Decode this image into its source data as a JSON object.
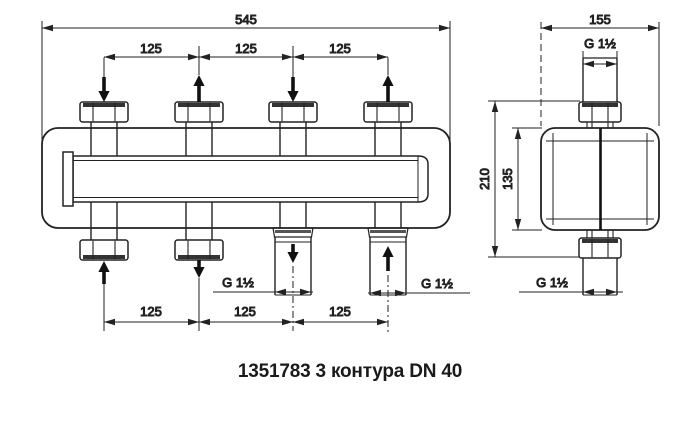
{
  "caption": "1351783 3 контура DN 40",
  "colors": {
    "line": "#222222",
    "text": "#1a1a1a",
    "flow_arrow": "#111111",
    "background": "#ffffff"
  },
  "front_view": {
    "dim_overall_length": "545",
    "dim_top_spacings": [
      "125",
      "125",
      "125"
    ],
    "dim_bottom_spacings": [
      "125",
      "125",
      "125"
    ],
    "thread_circuit_bottom": "G 1½",
    "thread_main_bottom": "G 1½"
  },
  "side_view": {
    "dim_overall_depth": "155",
    "dim_overall_height": "210",
    "dim_body_height": "135",
    "thread_top": "G 1½",
    "thread_bottom": "G 1½"
  }
}
